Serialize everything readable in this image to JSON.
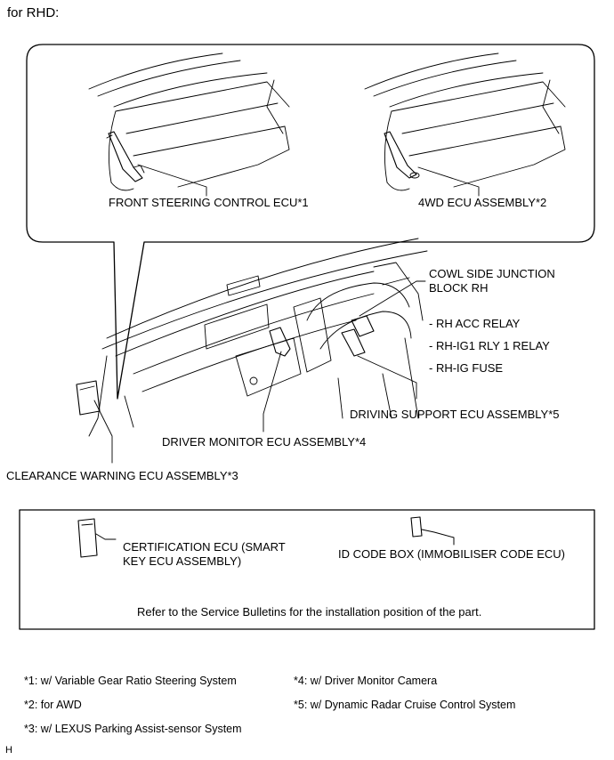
{
  "title": "for RHD:",
  "callouts": {
    "front_steering": "FRONT STEERING CONTROL ECU*1",
    "fourwd": "4WD ECU ASSEMBLY*2",
    "cowl_line1": "COWL SIDE JUNCTION",
    "cowl_line2": "BLOCK RH",
    "relay1": "- RH ACC RELAY",
    "relay2": "- RH-IG1 RLY 1 RELAY",
    "relay3": "- RH-IG FUSE",
    "driving_support": "DRIVING SUPPORT ECU ASSEMBLY*5",
    "driver_monitor": "DRIVER MONITOR ECU ASSEMBLY*4",
    "clearance": "CLEARANCE WARNING ECU ASSEMBLY*3"
  },
  "lower_box": {
    "cert_line1": "CERTIFICATION ECU (SMART",
    "cert_line2": "KEY ECU ASSEMBLY)",
    "id_code": "ID CODE BOX (IMMOBILISER CODE ECU)",
    "refer": "Refer to the Service Bulletins for the installation position of the part."
  },
  "notes": {
    "n1": "*1: w/ Variable Gear Ratio Steering System",
    "n2": "*2: for AWD",
    "n3": "*3: w/ LEXUS Parking Assist-sensor System",
    "n4": "*4: w/ Driver Monitor Camera",
    "n5": "*5: w/ Dynamic Radar Cruise Control System"
  },
  "corner_letter": "H"
}
